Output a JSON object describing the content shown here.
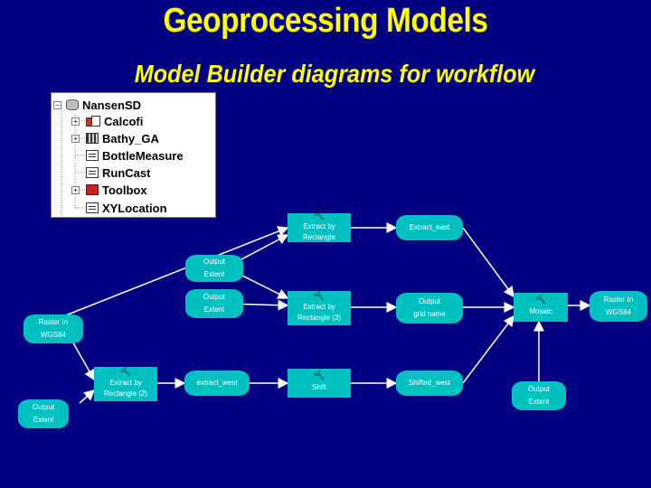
{
  "header": {
    "title": "Geoprocessing Models",
    "subtitle": "Model Builder diagrams for workflow"
  },
  "tree": {
    "items": [
      {
        "label": "NansenSD",
        "icon": "database-icon"
      },
      {
        "label": "Calcofi",
        "icon": "feature-dataset-icon"
      },
      {
        "label": "Bathy_GA",
        "icon": "raster-icon"
      },
      {
        "label": "BottleMeasure",
        "icon": "table-icon"
      },
      {
        "label": "RunCast",
        "icon": "table-icon"
      },
      {
        "label": "Toolbox",
        "icon": "toolbox-icon"
      },
      {
        "label": "XYLocation",
        "icon": "table-icon"
      }
    ]
  },
  "diagram": {
    "nodes": {
      "extract_by_rect": "Extract by\nRectangle",
      "extract_east": "Extract_east",
      "output_extent_1": "Output\nExtent",
      "output_extent_2": "Output\nExtent",
      "extract_by_rect_3": "Extract by\nRectangle (3)",
      "output_grid_name": "Output\ngrid name",
      "mosaic": "Mosaic",
      "raster_in_wgs84_right": "Raster In\nWGS84",
      "raster_in_wgs84_left": "Raster In\nWGS84",
      "extract_by_rect_2": "Extract by\nRectangle (2)",
      "extract_west": "extract_west",
      "shift": "Shift",
      "shifted_west": "Shifted_west",
      "output_extent_3": "Output\nExtent",
      "output_extent_4": "Output\nExtent"
    },
    "colors": {
      "background": "#000080",
      "title": "#ffff00",
      "node_fill": "#00c0c0",
      "line": "#ffffff"
    }
  }
}
